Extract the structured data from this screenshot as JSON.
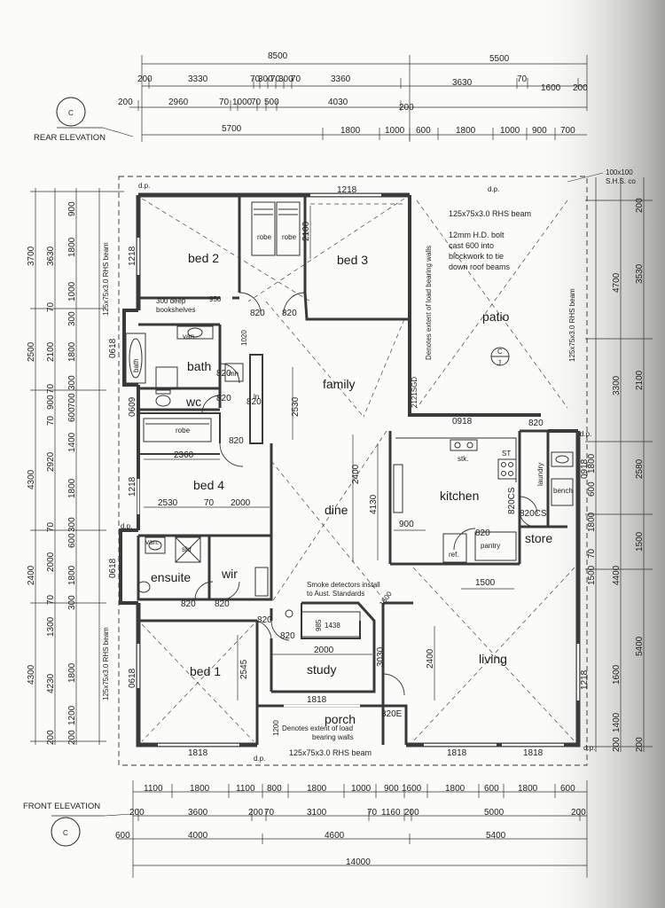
{
  "elevations": {
    "rear": "REAR ELEVATION",
    "front": "FRONT ELEVATION",
    "marker_letter": "C"
  },
  "rooms": {
    "bed2": "bed 2",
    "bed3": "bed 3",
    "bath": "bath",
    "wc": "wc",
    "family": "family",
    "patio": "patio",
    "bed4": "bed 4",
    "kitchen": "kitchen",
    "laundry": "laundry",
    "store": "store",
    "dine": "dine",
    "ensuite": "ensuite",
    "wir": "wir",
    "bed1": "bed 1",
    "study": "study",
    "living": "living",
    "porch": "porch"
  },
  "notes": {
    "rhs_top": "125x75x3.0 RHS beam",
    "rhs_bottom": "125x75x3.0 RHS beam",
    "rhs_left_top": "125x75x3.0 RHS beam",
    "rhs_left_bottom": "125x75x3.0 RHS beam",
    "rhs_right": "125x75x3.0 RHS beam",
    "bolt_1": "12mm H.D. bolt",
    "bolt_2": "cast 600 into",
    "bolt_3": "blockwork to tie",
    "bolt_4": "down roof beams",
    "load_bearing_vertical": "Denotes extent of load bearing walls",
    "load_bearing_porch_1": "Denotes extent of load",
    "load_bearing_porch_2": "bearing walls",
    "smoke_1": "Smoke detectors install",
    "smoke_2": "to Aust. Standards",
    "bookshelves_1": "300 deep",
    "bookshelves_2": "bookshelves",
    "shs_1": "100x100",
    "shs_2": "S.H.S. co",
    "patio_marker_top": "C",
    "patio_marker_bottom": "J",
    "dp": "d.p.",
    "sgd": "2121SGD",
    "robe": "robe",
    "mh": "mh",
    "ln": "ln",
    "van": "van.",
    "ref": "ref.",
    "pantry": "pantry",
    "stk": "stk.",
    "ST": "ST",
    "bench": "bench",
    "shr": "shr",
    "bath_fixture": "bath"
  },
  "dims": {
    "top_r1": [
      "8500",
      "5500"
    ],
    "top_r2": [
      "200",
      "3330",
      "70",
      "300",
      "70",
      "300",
      "70",
      "3360",
      "3630",
      "70",
      "1600",
      "200"
    ],
    "top_r3": [
      "200",
      "2960",
      "70",
      "1000",
      "70",
      "500",
      "4030",
      "200"
    ],
    "top_r4": [
      "5700",
      "1800",
      "1000",
      "600",
      "1800",
      "1000",
      "900",
      "700"
    ],
    "bot_r1": [
      "1100",
      "1800",
      "1100",
      "800",
      "1800",
      "1000",
      "900",
      "1600",
      "1800",
      "600",
      "1800",
      "600"
    ],
    "bot_r2": [
      "200",
      "3600",
      "200",
      "70",
      "3100",
      "70",
      "1160",
      "200",
      "5000",
      "200"
    ],
    "bot_r3": [
      "600",
      "4000",
      "4600",
      "5400"
    ],
    "bot_r4": [
      "14000"
    ],
    "left_a": [
      "3700",
      "2500",
      "4300",
      "2400",
      "4300"
    ],
    "left_b": [
      "3630",
      "70",
      "2100",
      "70",
      "900",
      "70",
      "2920",
      "70",
      "2000",
      "70",
      "1300",
      "4230",
      "200"
    ],
    "left_c": [
      "900",
      "1800",
      "1000",
      "300",
      "1800",
      "300",
      "700",
      "600",
      "1400",
      "1800",
      "300",
      "600",
      "1800",
      "300",
      "1800",
      "1200",
      "200"
    ],
    "right_a": [
      "200",
      "3530",
      "2100",
      "2580",
      "1500",
      "5400",
      "200"
    ],
    "right_b": [
      "4700",
      "3300",
      "4400"
    ],
    "right_c": [
      "1800",
      "600",
      "1800",
      "70",
      "1500",
      "1600",
      "1400",
      "200"
    ],
    "windows": {
      "bed3_top": "1218",
      "bed2_left": "1218",
      "bath_left": "0618",
      "wc_left": "0609",
      "bed4_left": "1218",
      "ens_left": "0618",
      "bed1_left": "0618",
      "bed1_bottom": "1818",
      "living_bottom_a": "1818",
      "living_bottom_b": "1818",
      "living_right": "1218",
      "study_bottom": "1818",
      "patio_bottom": "0918",
      "laundry_right": "0918"
    },
    "doors": [
      "820",
      "820",
      "820",
      "820",
      "820",
      "820",
      "820",
      "820",
      "820",
      "820",
      "820",
      "820",
      "820E",
      "820CS",
      "820CS"
    ],
    "interior": {
      "robe_depth": "2100",
      "bed4_robe": "2360",
      "bed4_w1": "2530",
      "bed4_w2": "70",
      "bed4_w3": "2000",
      "family_len": "2530",
      "dine_len": "2400",
      "dine_len2": "4130",
      "study_w": "2000",
      "study_d": "3030",
      "study_nook": "985",
      "study_nook2": "1438",
      "living_len": "2400",
      "bed1_len": "2545",
      "kitchen_bench": "900",
      "kitchen_w": "1500",
      "bath_small1": "950",
      "bath_small2": "1020",
      "porch_depth": "1200",
      "study_diag": "1500"
    }
  }
}
